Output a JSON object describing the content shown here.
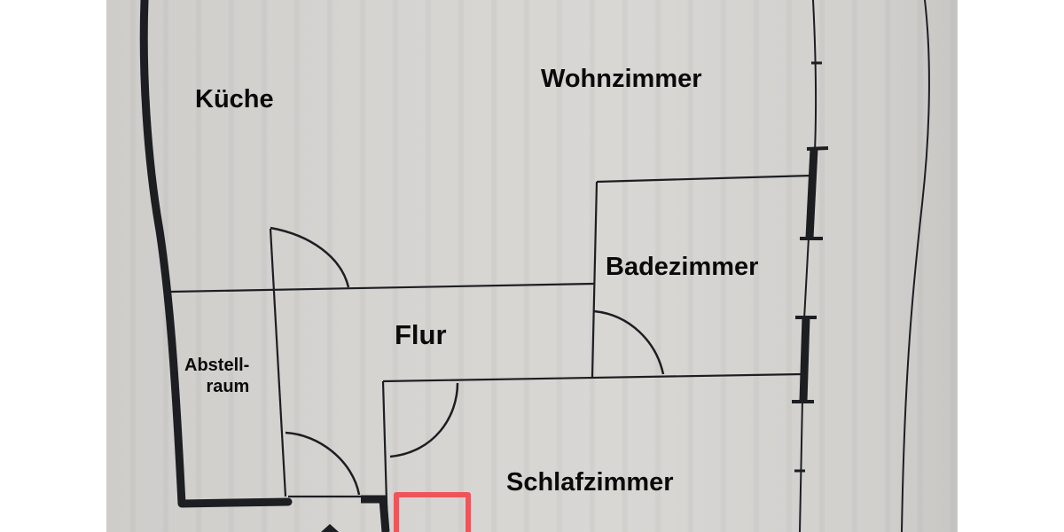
{
  "diagram": {
    "type": "floor-plan",
    "medium": "hand-drawn sketch on printed paper (photo)",
    "colors": {
      "paper": "#d6d4d1",
      "ink": "#1c1e22",
      "highlight": "#f0545a",
      "margin": "#ffffff"
    },
    "rooms": [
      {
        "id": "kueche",
        "label": "Küche"
      },
      {
        "id": "wohnzimmer",
        "label": "Wohnzimmer"
      },
      {
        "id": "badezimmer",
        "label": "Badezimmer"
      },
      {
        "id": "flur",
        "label": "Flur"
      },
      {
        "id": "abstellraum",
        "label_line1": "Abstell-",
        "label_line2": "raum"
      },
      {
        "id": "schlafzimmer",
        "label": "Schlafzimmer"
      }
    ],
    "features": {
      "doors": [
        "kueche-flur",
        "flur-abstellraum",
        "flur-schlafzimmer",
        "flur-badezimmer"
      ],
      "windows": [
        "badezimmer-window",
        "schlafzimmer-window"
      ],
      "highlight": "red rectangle near entrance (bottom)"
    }
  }
}
